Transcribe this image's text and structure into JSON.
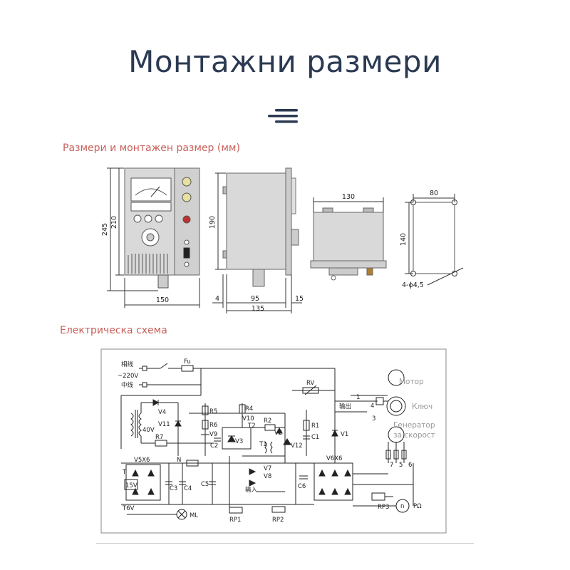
{
  "title": "Монтажни размери",
  "section_dimensions": "Размери и монтажен размер (мм)",
  "section_schematic": "Електрическа схема",
  "dimensions": {
    "front_height_total": "245",
    "front_height_body": "210",
    "front_width": "150",
    "side_height": "190",
    "side_offset_left": "4",
    "side_depth": "95",
    "side_offset_right": "15",
    "side_total": "135",
    "top_width": "130",
    "hole_spacing_x": "80",
    "hole_spacing_y": "140",
    "hole_spec": "4-ϕ4,5"
  },
  "schematic": {
    "phase_label": "相线",
    "voltage_label": "~220V",
    "neutral_label": "中线",
    "fuse": "Fu",
    "rv": "RV",
    "output_label": "输出",
    "input_label": "输入",
    "motor": "Мотор",
    "key": "Ключ",
    "generator_line1": "Генератор",
    "generator_line2": "за скорост",
    "v1": "V1",
    "v2": "V2",
    "v3": "V3",
    "v4": "V4",
    "v5x6": "V5X6",
    "v6x6": "V6X6",
    "v7": "V7",
    "v8": "V8",
    "v9": "V9",
    "v10": "V10",
    "v11": "V11",
    "v12": "V12",
    "r1": "R1",
    "r2": "R2",
    "r4": "R4",
    "r5": "R5",
    "r6": "R6",
    "r7": "R7",
    "c1": "C1",
    "c2": "C2",
    "c3": "C3",
    "c4": "C4",
    "c5": "C5",
    "c6": "C6",
    "t": "T",
    "t1": "T1",
    "t2": "T2",
    "t6v": "T6V",
    "v40": "40V",
    "v15": "15V",
    "n": "N",
    "ml": "ML",
    "rp1": "RP1",
    "rp2": "RP2",
    "rp3": "RP3",
    "n_symbol": "n",
    "p_omega": "PΩ",
    "term1": "1",
    "term3": "3",
    "term4": "4",
    "term5": "5",
    "term6": "6",
    "term7": "7"
  }
}
